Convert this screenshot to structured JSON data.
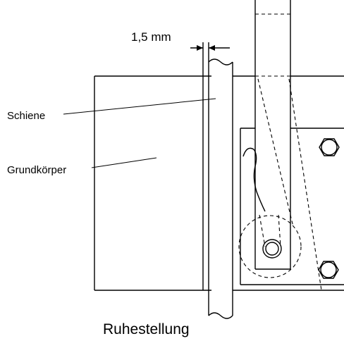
{
  "labels": {
    "gap": "1,5 mm",
    "rail": "Schiene",
    "body": "Grundkörper",
    "caption": "Ruhestellung"
  }
}
